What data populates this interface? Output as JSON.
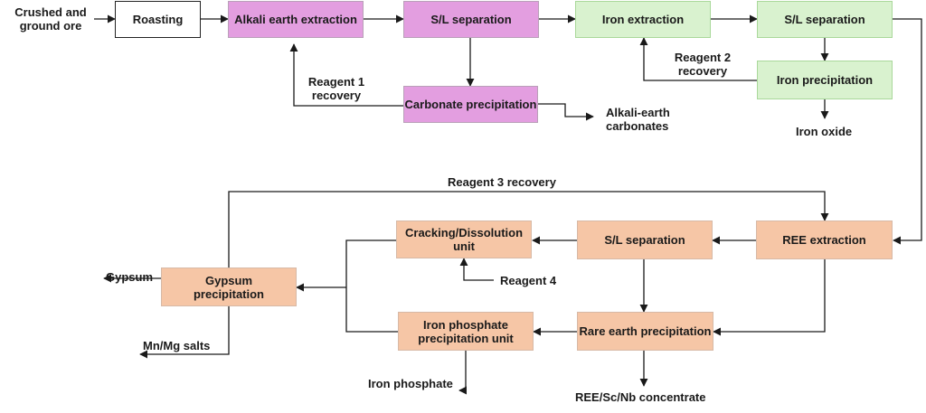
{
  "boxes": {
    "roasting": "Roasting",
    "alkali_earth_extraction": "Alkali earth extraction",
    "sl_separation_1": "S/L separation",
    "carbonate_precipitation": "Carbonate precipitation",
    "iron_extraction": "Iron extraction",
    "sl_separation_2": "S/L separation",
    "iron_precipitation": "Iron precipitation",
    "ree_extraction": "REE extraction",
    "sl_separation_3": "S/L separation",
    "cracking_dissolution": "Cracking/Dissolution unit",
    "rare_earth_precipitation": "Rare earth precipitation",
    "iron_phosphate_precipitation": "Iron phosphate precipitation unit",
    "gypsum_precipitation": "Gypsum precipitation"
  },
  "labels": {
    "input": "Crushed and ground ore",
    "reagent1": "Reagent 1 recovery",
    "alkali_earth_carbonates": "Alkali-earth carbonates",
    "reagent2": "Reagent 2 recovery",
    "iron_oxide": "Iron oxide",
    "reagent3": "Reagent 3 recovery",
    "reagent4": "Reagent 4",
    "gypsum": "Gypsum",
    "mn_mg_salts": "Mn/Mg salts",
    "iron_phosphate": "Iron phosphate",
    "ree_concentrate": "REE/Sc/Nb concentrate"
  },
  "colors": {
    "pink": "#e39ee0",
    "green": "#d9f2cf",
    "peach": "#f6c6a6",
    "line": "#1a1a1a"
  }
}
